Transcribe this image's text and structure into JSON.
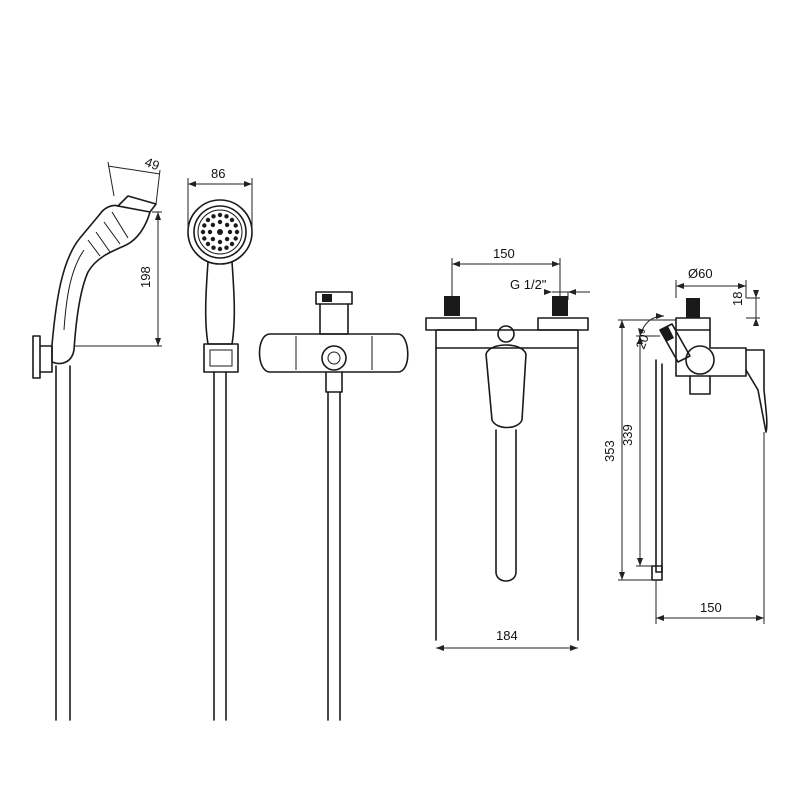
{
  "dimensions": {
    "hand_shower_angle": "49",
    "hand_shower_length": "198",
    "shower_head_width": "86",
    "inlet_spacing": "150",
    "thread_size": "G 1/2\"",
    "body_width": "184",
    "eccentric_diameter": "Ø60",
    "eccentric_height": "18",
    "tilt_angle": "20°",
    "total_height": "353",
    "spout_height": "339",
    "projection": "150"
  }
}
